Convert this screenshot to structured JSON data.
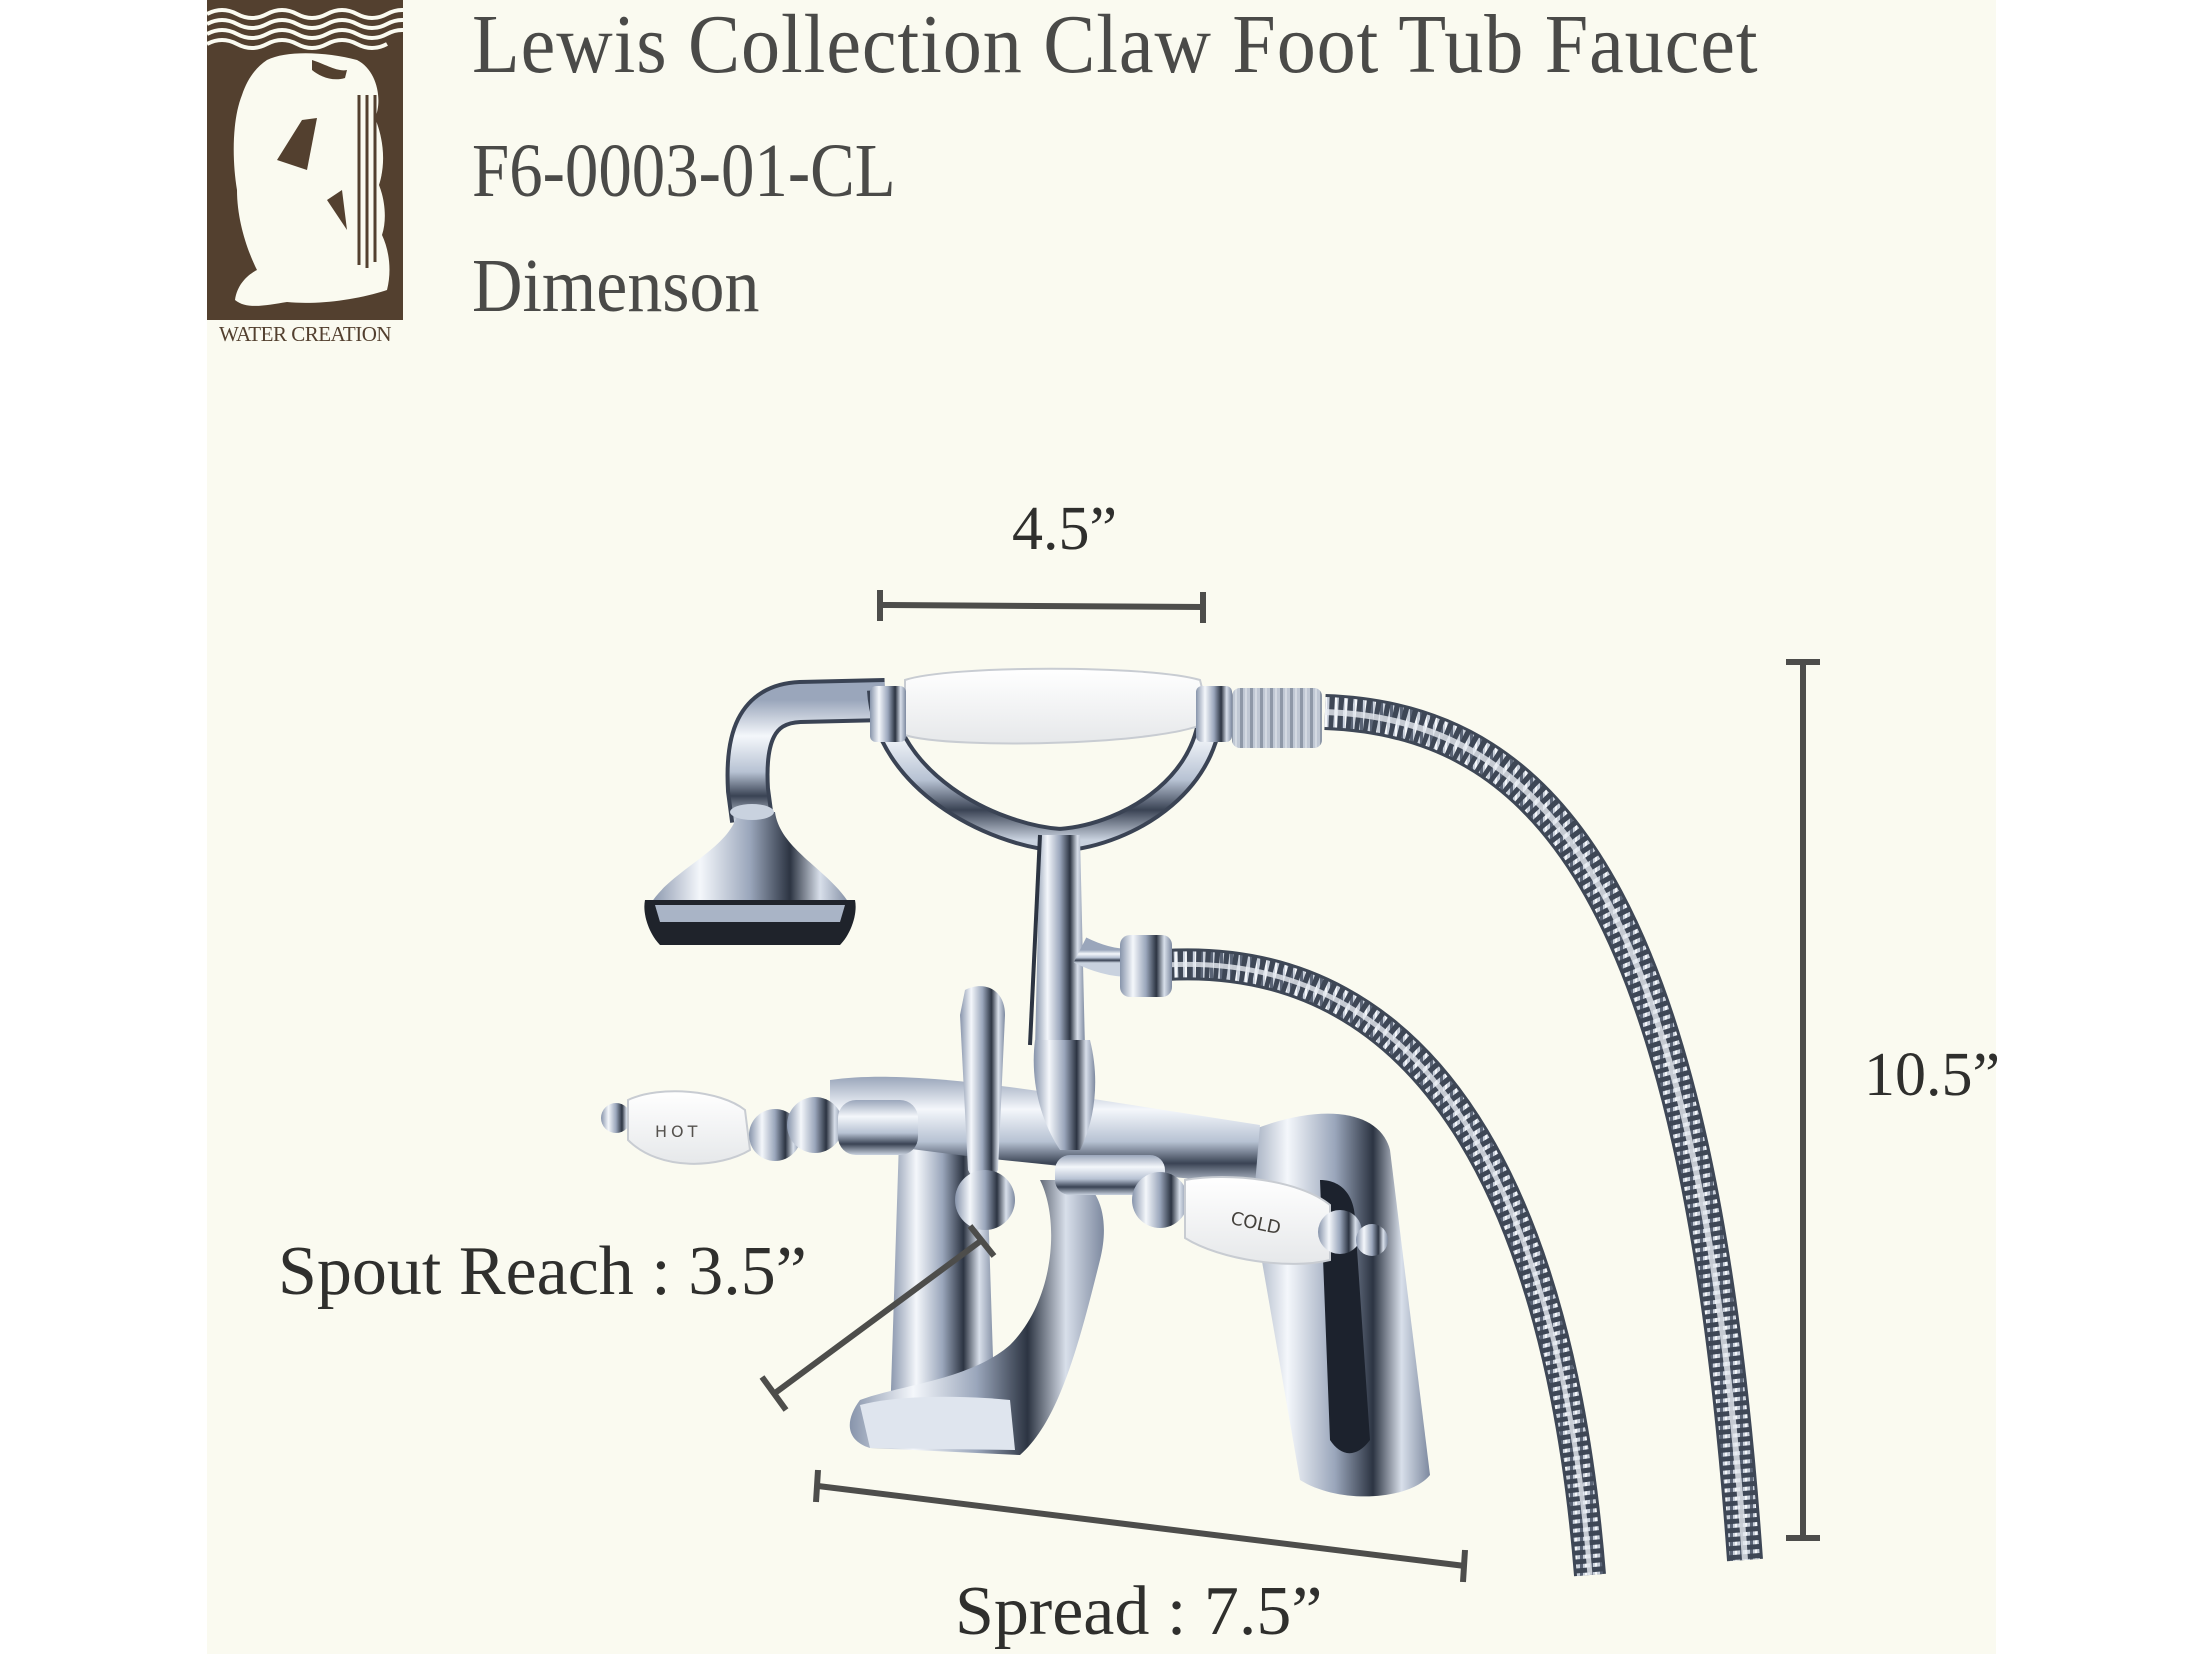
{
  "brand": {
    "name": "WATER CREATION",
    "colors": {
      "logo_bg": "#53402f",
      "logo_fg": "#fafaf0"
    }
  },
  "header": {
    "title": "Lewis Collection Claw Foot Tub Faucet",
    "model": "F6-0003-01-CL",
    "subtitle": "Dimenson"
  },
  "dimensions": {
    "handshower_width": "4.5”",
    "height": "10.5”",
    "spout_reach": "Spout Reach : 3.5”",
    "spread": "Spread : 7.5”"
  },
  "handles": {
    "left_label": "HOT",
    "right_label": "COLD"
  },
  "colors": {
    "background": "#fafaf0",
    "text": "#4a4a48",
    "dimension_line": "#4d4d4b",
    "chrome_light": "#eef2f8",
    "chrome_mid": "#b7c2d3",
    "chrome_dark": "#2c3442",
    "porcelain": "#f7f7f5"
  }
}
